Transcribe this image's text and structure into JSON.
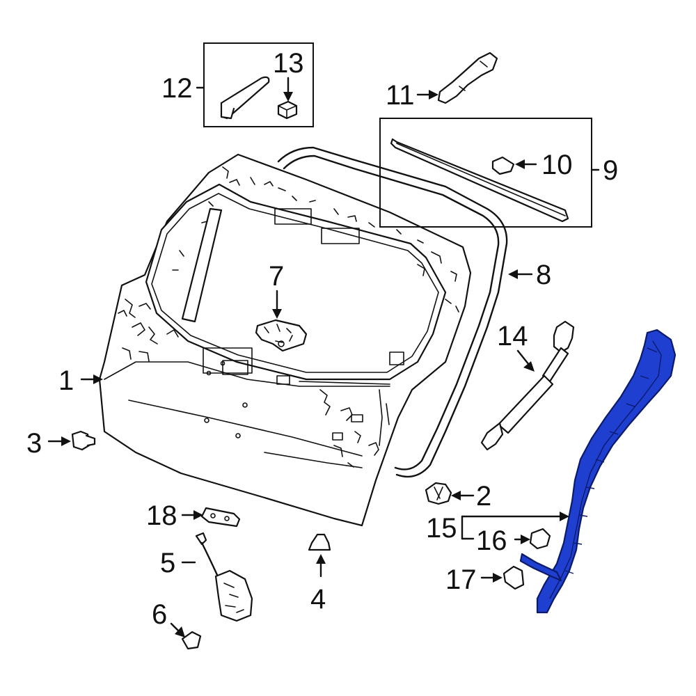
{
  "callouts": {
    "c1": "1",
    "c2": "2",
    "c3": "3",
    "c4": "4",
    "c5": "5",
    "c6": "6",
    "c7": "7",
    "c8": "8",
    "c9": "9",
    "c10": "10",
    "c11": "11",
    "c12": "12",
    "c13": "13",
    "c14": "14",
    "c15": "15",
    "c16": "16",
    "c17": "17",
    "c18": "18"
  },
  "colors": {
    "highlight": "#1f3fd0",
    "line": "#111111",
    "background": "#ffffff"
  }
}
